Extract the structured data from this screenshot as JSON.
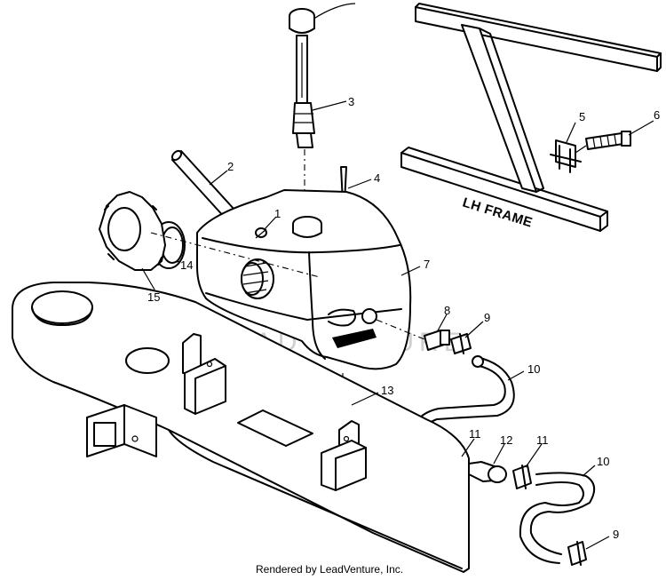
{
  "labels": {
    "frame": "LH FRAME",
    "credit": "Rendered by LeadVenture, Inc.",
    "watermark": "LEADVENTURE"
  },
  "callouts": [
    {
      "id": "1",
      "text": "1"
    },
    {
      "id": "2",
      "text": "2"
    },
    {
      "id": "3",
      "text": "3"
    },
    {
      "id": "4",
      "text": "4"
    },
    {
      "id": "5",
      "text": "5"
    },
    {
      "id": "6",
      "text": "6"
    },
    {
      "id": "7",
      "text": "7"
    },
    {
      "id": "8",
      "text": "8"
    },
    {
      "id": "9a",
      "text": "9"
    },
    {
      "id": "9b",
      "text": "9"
    },
    {
      "id": "10a",
      "text": "10"
    },
    {
      "id": "10b",
      "text": "10"
    },
    {
      "id": "11a",
      "text": "11"
    },
    {
      "id": "11b",
      "text": "11"
    },
    {
      "id": "12",
      "text": "12"
    },
    {
      "id": "13",
      "text": "13"
    },
    {
      "id": "14",
      "text": "14"
    },
    {
      "id": "15",
      "text": "15"
    }
  ]
}
